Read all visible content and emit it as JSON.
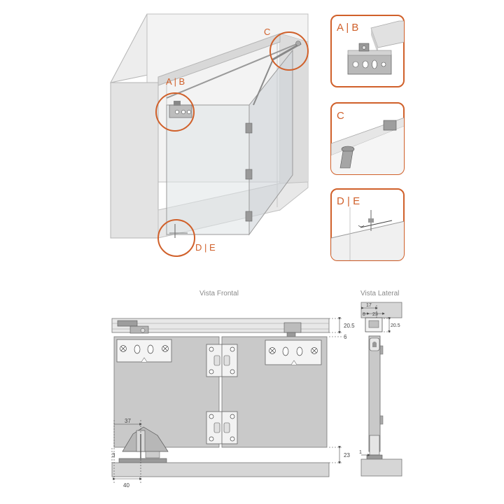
{
  "callouts": {
    "ab": "A | B",
    "c": "C",
    "de": "D | E"
  },
  "views": {
    "front": "Vista Frontal",
    "side": "Vista Lateral"
  },
  "dims": {
    "d20_5_front": "20.5",
    "d6": "6",
    "d37": "37",
    "d23": "23",
    "d3": "3",
    "d40": "40",
    "d17": "17",
    "d8": "8",
    "d23_side": "23",
    "d20_5_side": "20.5",
    "d1": "1"
  },
  "colors": {
    "accent": "#d0602a",
    "panel": "#c9c9c9",
    "frame": "#e7e7e7",
    "line": "#7a7a7a"
  }
}
